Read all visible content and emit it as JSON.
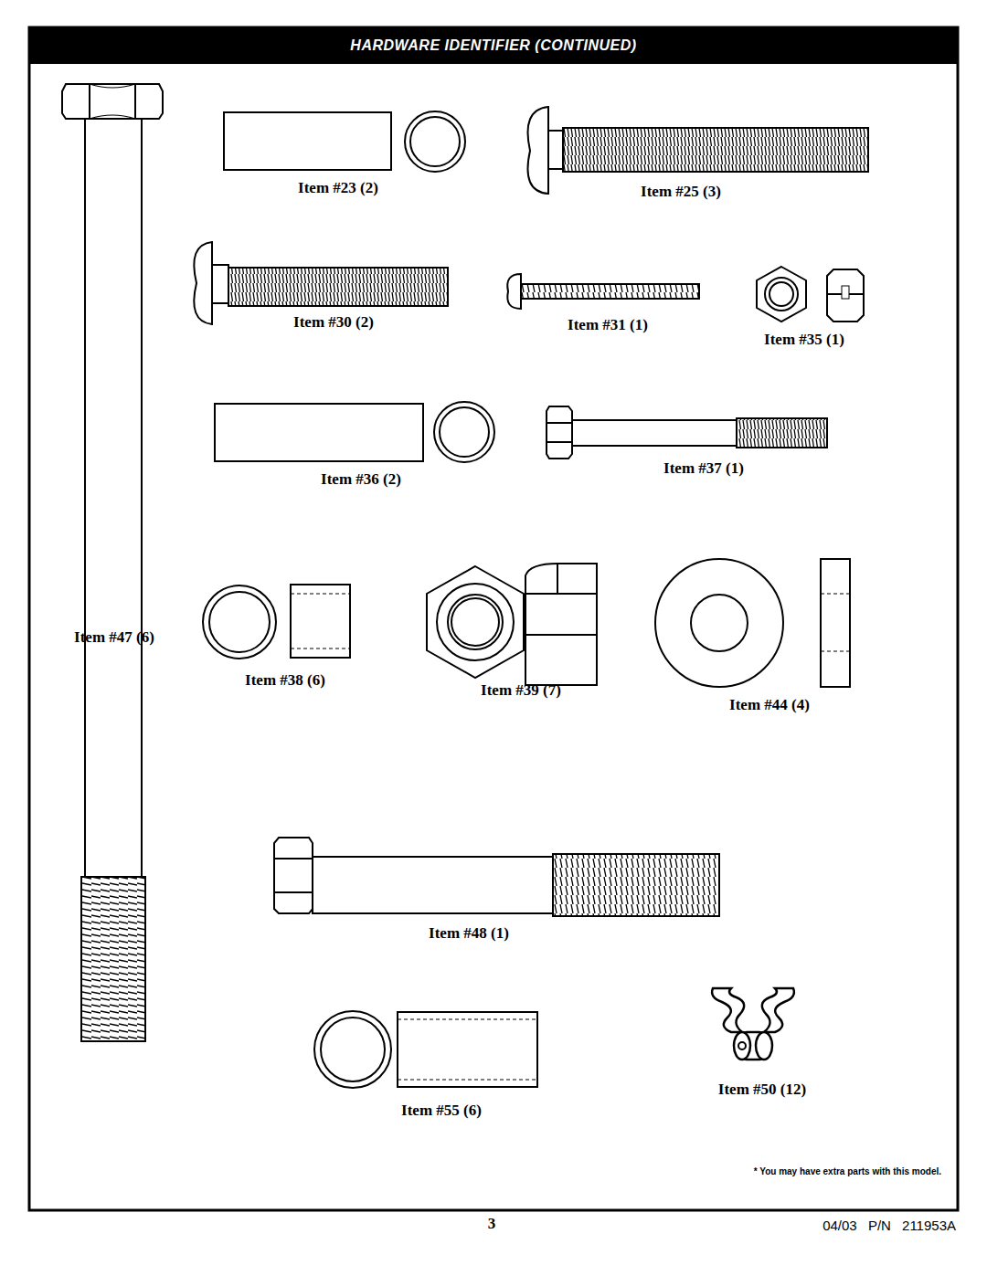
{
  "diagram": {
    "title": "HARDWARE IDENTIFIER (CONTINUED)",
    "labels": [
      "Item #23 (2)",
      "Item #25 (3)",
      "Item #30 (2)",
      "Item #31 (1)",
      "Item #35 (1)",
      "Item #36 (2)",
      "Item #37 (1)",
      "Item #47 (6)",
      "Item #38 (6)",
      "Item #39 (7)",
      "Item #44 (4)",
      "Item #48 (1)",
      "Item #50 (12)",
      "Item #55 (6)",
      "* You may have extra parts with this model.",
      "3",
      "04/03 P/N 211953A"
    ]
  }
}
